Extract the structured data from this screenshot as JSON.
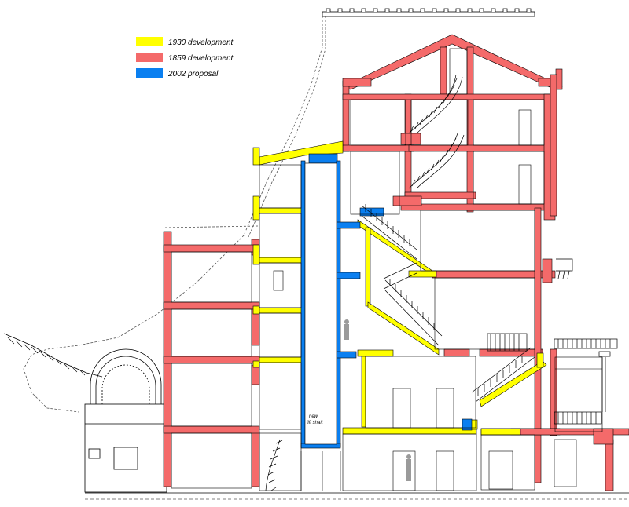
{
  "legend": {
    "items": [
      {
        "label": "1930 development",
        "color": "#ffff00"
      },
      {
        "label": "1859 development",
        "color": "#f46a6a"
      },
      {
        "label": "2002 proposal",
        "color": "#0a7ff0"
      }
    ]
  },
  "annotations": {
    "lift_shaft_line1": "new",
    "lift_shaft_line2": "lift shaft"
  },
  "colors": {
    "yellow": "#ffff00",
    "red": "#f46a6a",
    "blue": "#0a7ff0",
    "line": "#000000",
    "dashed": "#555555"
  }
}
